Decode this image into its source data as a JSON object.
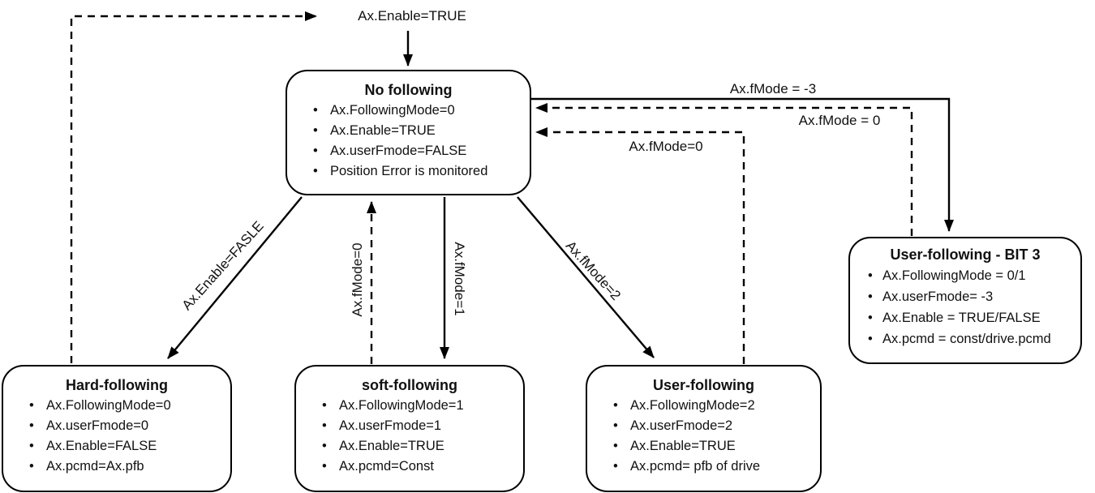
{
  "colors": {
    "line": "#000000",
    "text": "#111111",
    "background": "#ffffff"
  },
  "states": {
    "no_following": {
      "title": "No following",
      "items": [
        "Ax.FollowingMode=0",
        "Ax.Enable=TRUE",
        "Ax.userFmode=FALSE",
        "Position Error is monitored"
      ]
    },
    "hard_following": {
      "title": "Hard-following",
      "items": [
        "Ax.FollowingMode=0",
        "Ax.userFmode=0",
        "Ax.Enable=FALSE",
        "Ax.pcmd=Ax.pfb"
      ]
    },
    "soft_following": {
      "title": "soft-following",
      "items": [
        "Ax.FollowingMode=1",
        "Ax.userFmode=1",
        "Ax.Enable=TRUE",
        "Ax.pcmd=Const"
      ]
    },
    "user_following": {
      "title": "User-following",
      "items": [
        "Ax.FollowingMode=2",
        "Ax.userFmode=2",
        "Ax.Enable=TRUE",
        "Ax.pcmd= pfb of drive"
      ]
    },
    "user_following_bit3": {
      "title": "User-following - BIT 3",
      "items": [
        "Ax.FollowingMode = 0/1",
        "Ax.userFmode= -3",
        "Ax.Enable = TRUE/FALSE",
        "Ax.pcmd = const/drive.pcmd"
      ]
    }
  },
  "transitions": {
    "enable_true_hard_to_no": "Ax.Enable=TRUE",
    "enable_fasle_no_to_hard": "Ax.Enable=FASLE",
    "fmode0_soft_to_no": "Ax.fMode=0",
    "fmode1_no_to_soft": "Ax.fMode=1",
    "fmode2_no_to_user": "Ax.fMode=2",
    "fmode0_user_to_no": "Ax.fMode=0",
    "fmode_neg3_no_to_bit3": "Ax.fMode = -3",
    "fmode0_bit3_to_no": "Ax.fMode = 0"
  }
}
